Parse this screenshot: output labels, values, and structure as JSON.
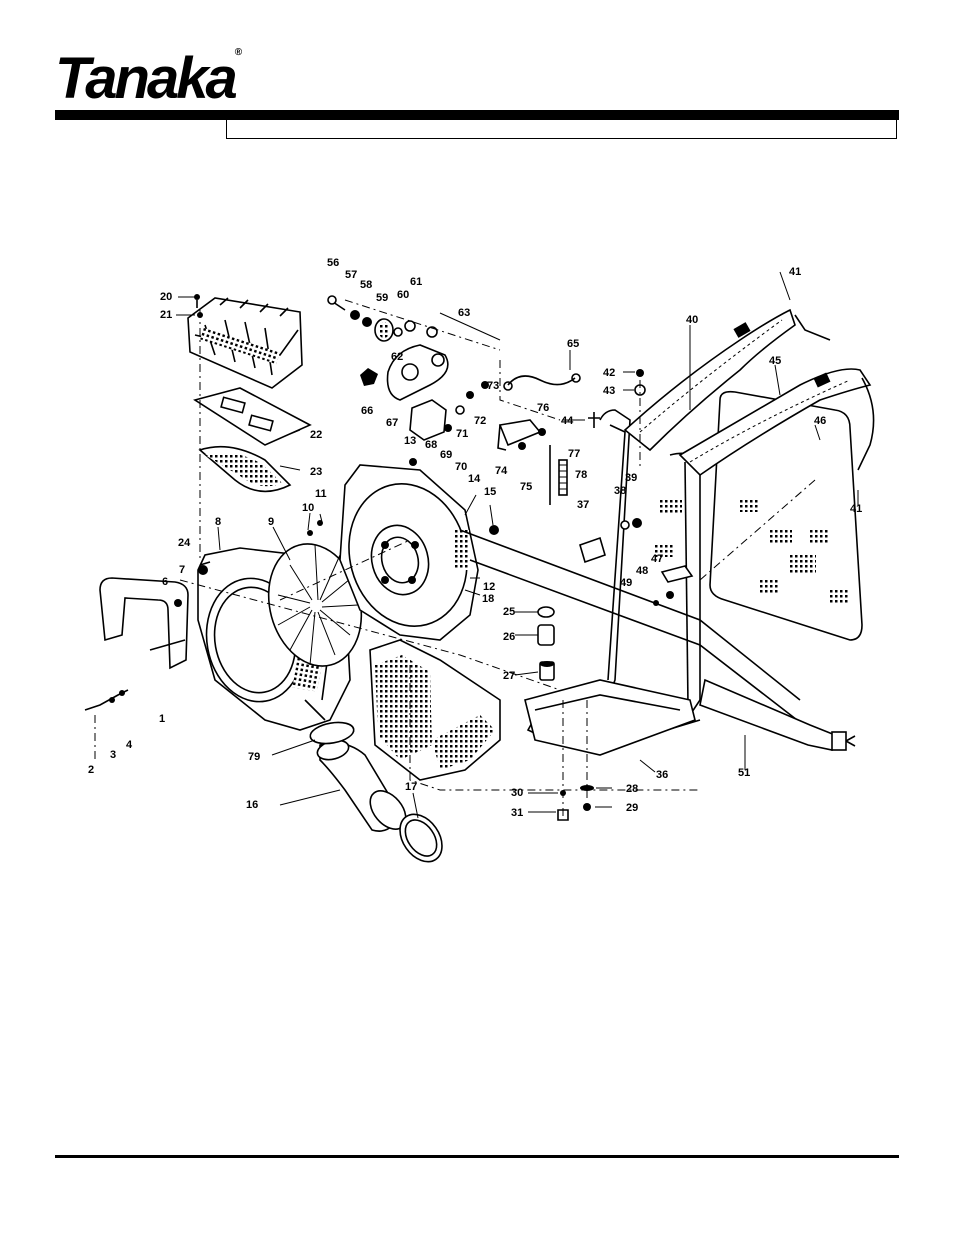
{
  "header": {
    "brand": "Tanaka",
    "registered_mark": "®",
    "title_box_text": ""
  },
  "diagram": {
    "labels": [
      "56",
      "57",
      "58",
      "59",
      "60",
      "61",
      "62",
      "63",
      "65",
      "66",
      "67",
      "68",
      "69",
      "70",
      "71",
      "72",
      "73",
      "74",
      "75",
      "76",
      "77",
      "78",
      "44",
      "42",
      "43",
      "40",
      "41",
      "45",
      "46",
      "41",
      "13",
      "14",
      "15",
      "20",
      "21",
      "22",
      "23",
      "10",
      "11",
      "8",
      "9",
      "24",
      "7",
      "6",
      "18",
      "12",
      "37",
      "38",
      "39",
      "47",
      "48",
      "49",
      "25",
      "26",
      "27",
      "1",
      "2",
      "3",
      "4",
      "79",
      "16",
      "17",
      "30",
      "31",
      "28",
      "29",
      "36",
      "51"
    ]
  }
}
